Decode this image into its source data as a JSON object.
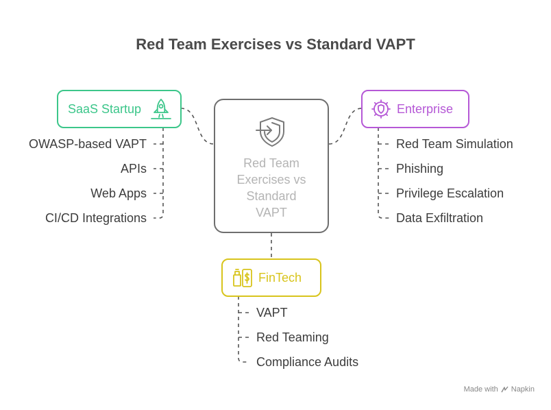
{
  "title": "Red Team Exercises vs Standard VAPT",
  "center": {
    "text_lines": [
      "Red Team",
      "Exercises vs",
      "Standard",
      "VAPT"
    ],
    "icon": "shield-login-icon"
  },
  "nodes": {
    "saas": {
      "label": "SaaS Startup",
      "icon": "rocket-icon",
      "color": "#3cc68a",
      "items": [
        "OWASP-based VAPT",
        "APIs",
        "Web Apps",
        "CI/CD Integrations"
      ]
    },
    "enterprise": {
      "label": "Enterprise",
      "icon": "shield-gear-icon",
      "color": "#b558d6",
      "items": [
        "Red Team Simulation",
        "Phishing",
        "Privilege Escalation",
        "Data Exfiltration"
      ]
    },
    "fintech": {
      "label": "FinTech",
      "icon": "phone-payment-icon",
      "color": "#d8c41c",
      "items": [
        "VAPT",
        "Red Teaming",
        "Compliance Audits"
      ]
    }
  },
  "footer": {
    "made_with": "Made with",
    "brand": "Napkin"
  }
}
